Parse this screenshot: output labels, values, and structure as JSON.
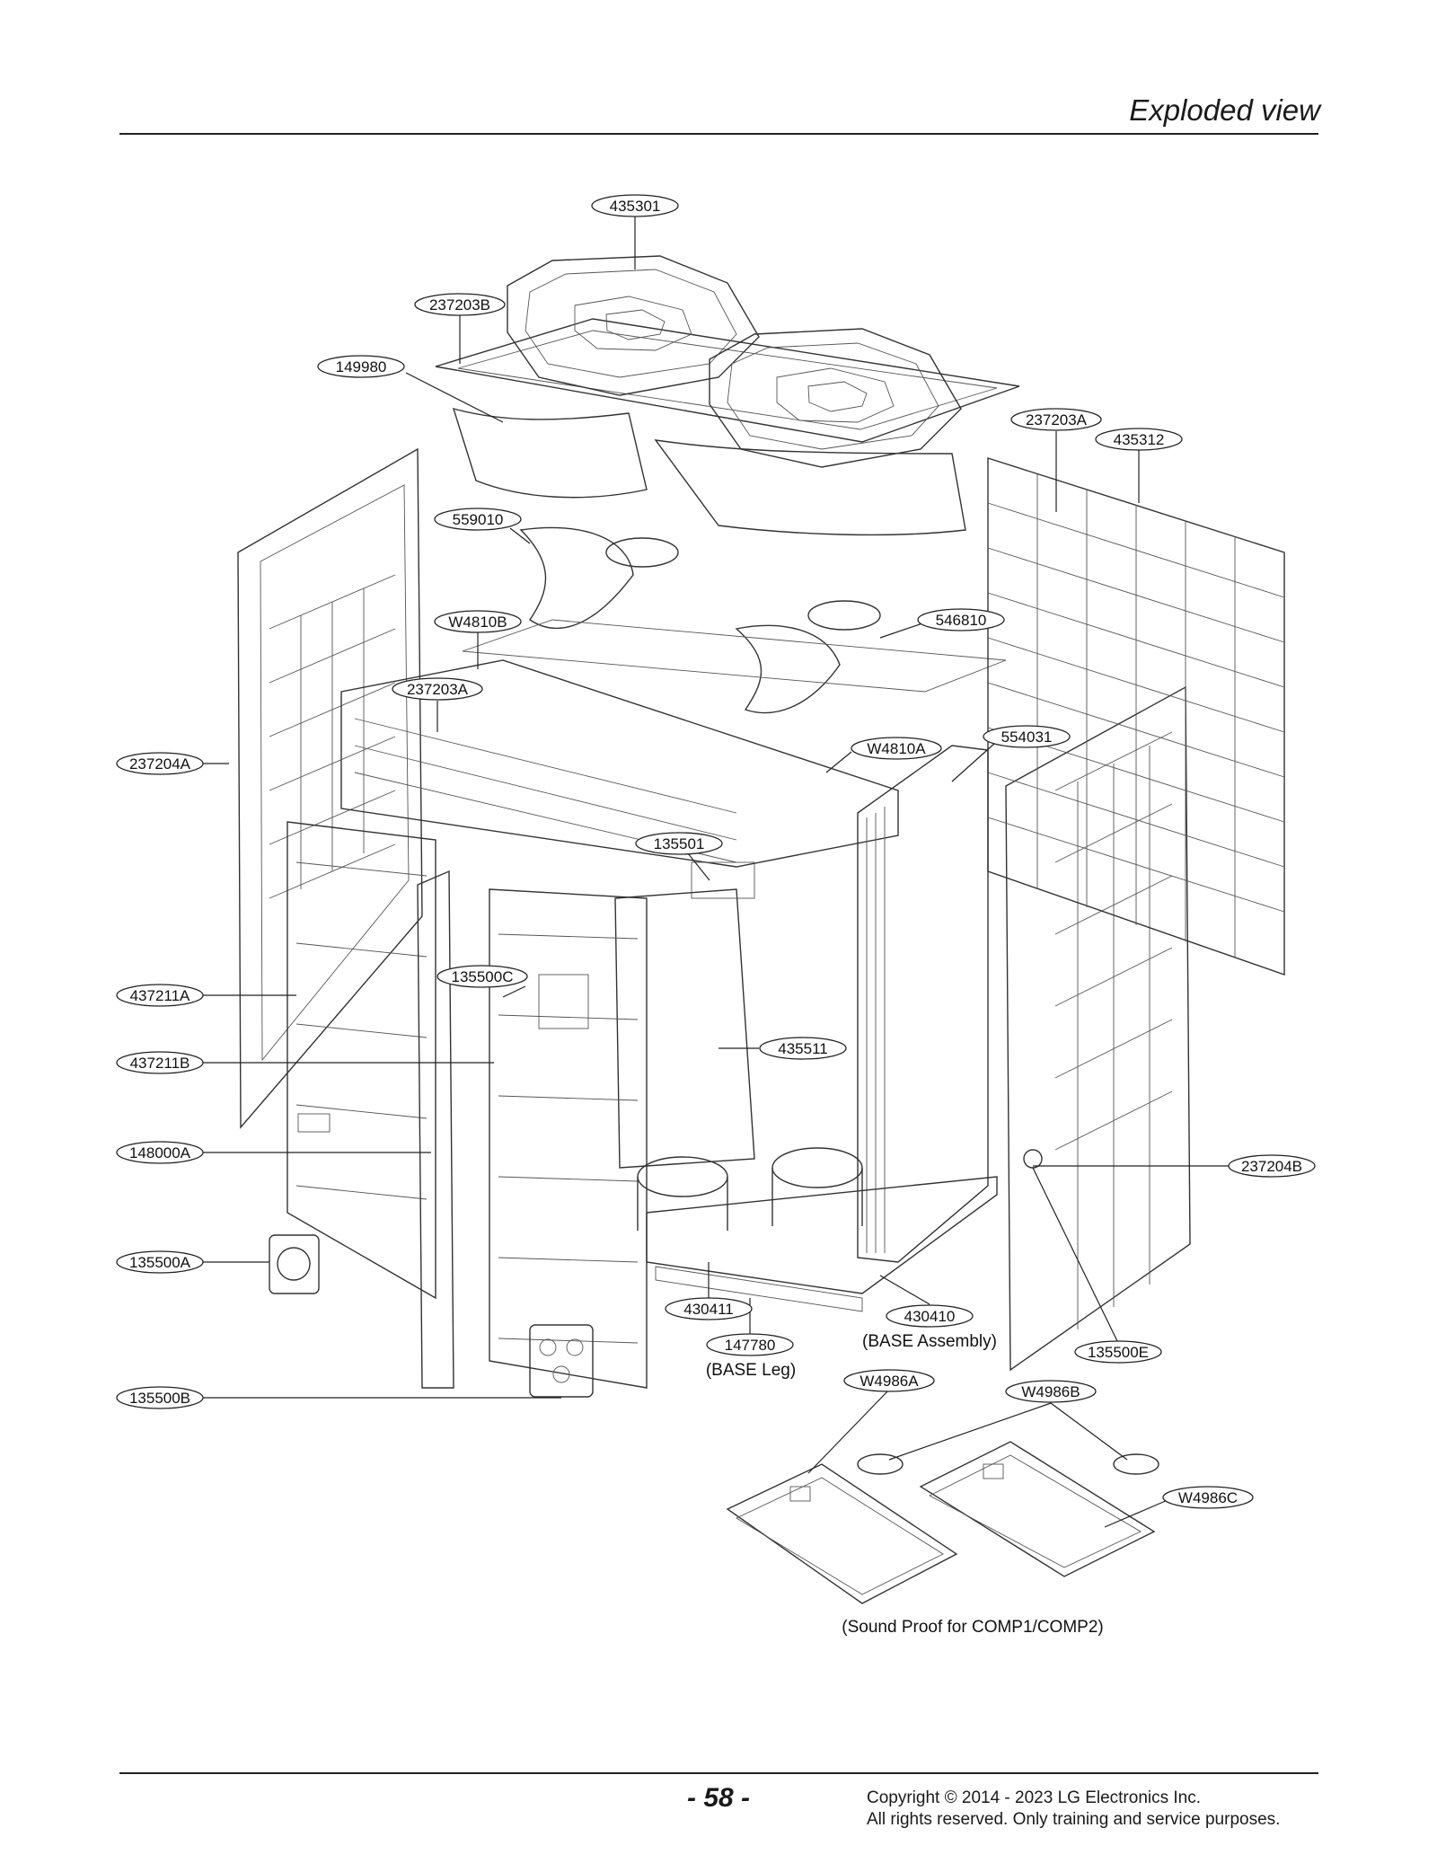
{
  "header": {
    "title": "Exploded view"
  },
  "labels": {
    "p435301": "435301",
    "p237203B": "237203B",
    "p149980": "149980",
    "p237203A_top": "237203A",
    "p435312": "435312",
    "p559010": "559010",
    "pW4810B": "W4810B",
    "p546810": "546810",
    "p237203A_mid": "237203A",
    "p554031": "554031",
    "pW4810A": "W4810A",
    "p237204A": "237204A",
    "p135501": "135501",
    "p135500C": "135500C",
    "p437211A": "437211A",
    "p437211B": "437211B",
    "p435511": "435511",
    "p148000A": "148000A",
    "p237204B": "237204B",
    "p135500A": "135500A",
    "p430411": "430411",
    "p430410": "430410",
    "p147780": "147780",
    "p135500E": "135500E",
    "p135500B": "135500B",
    "pW4986A": "W4986A",
    "pW4986B": "W4986B",
    "pW4986C": "W4986C"
  },
  "captions": {
    "base_assembly": "(BASE Assembly)",
    "base_leg": "(BASE Leg)",
    "sound_proof": "(Sound Proof for COMP1/COMP2)"
  },
  "footer": {
    "page_number": "- 58 -",
    "copyright_line1": "Copyright © 2014 - 2023 LG Electronics Inc.",
    "copyright_line2": "All rights reserved. Only training and service purposes."
  }
}
